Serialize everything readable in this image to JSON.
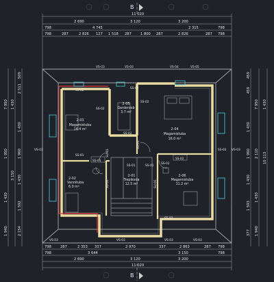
{
  "axes": {
    "top": "B",
    "bottom": "B"
  },
  "dims_top": {
    "total": "11 020",
    "row1": [
      "2 690",
      "3 120",
      "3 200"
    ],
    "row2": [
      "798",
      "4 745",
      "2 315",
      "798"
    ],
    "row3": [
      "798",
      "287",
      "2 826",
      "127",
      "1 518",
      "287",
      "1 800",
      "287",
      "2 826",
      "287",
      "798"
    ]
  },
  "dims_bottom": {
    "row1": [
      "798",
      "287",
      "2 353",
      "337",
      "2 970",
      "337",
      "2 863",
      "287",
      "798"
    ],
    "row2": [
      "798",
      "3 644",
      "3 150",
      "798"
    ],
    "row3": [
      "2 690",
      "3 120",
      "3 200"
    ],
    "total": "11 020"
  },
  "dims_left": {
    "outer": [
      "7 950",
      "1 430",
      "1 950",
      "3 150",
      "1 430",
      "1 940"
    ],
    "inner": [
      "2 511",
      "509",
      "1 430",
      "1 960",
      "1 430",
      "1 592",
      "2 154"
    ]
  },
  "dims_right": {
    "outer": [
      "7 950",
      "1 430",
      "2 110",
      "10 113",
      "1 430",
      "1 940"
    ],
    "inner": [
      "459",
      "459",
      "1 430",
      "1 960",
      "1 430",
      "1 593",
      "377"
    ]
  },
  "rooms": [
    {
      "num": "2-03",
      "name": "Magamistuba",
      "area": "14.4 m²"
    },
    {
      "num": "2-05",
      "name": "Garderoob",
      "area": "3.7 m²"
    },
    {
      "num": "2-04",
      "name": "Magamistuba",
      "area": "16.0 m²"
    },
    {
      "num": "2-02",
      "name": "Vannituba",
      "area": "6.0 m²"
    },
    {
      "num": "2-01",
      "name": "Trepikoda",
      "area": "12.5 m²"
    },
    {
      "num": "2-06",
      "name": "Magamistuba",
      "area": "11.2 m²"
    }
  ],
  "tags": {
    "vs_top": [
      "VS-03",
      "VS-03",
      "VS-04",
      "VS-05"
    ],
    "vs_bottom": [
      "VS-03",
      "VS-03",
      "VS-03",
      "VS-03"
    ],
    "vs_left": "VS-03",
    "vs_right": "VS-03",
    "ss": [
      "SS-02",
      "SS-02",
      "SS-02",
      "SS-02",
      "SS-01",
      "SS-01",
      "SS-01",
      "SS-01",
      "SS-02",
      "SS-02",
      "SS-02",
      "SS-02",
      "SS-03"
    ],
    "door_a": "SU-01",
    "door_b": "SU-01",
    "door_c": "SU-01",
    "door_d": "SU-01"
  },
  "colors": {
    "background": "#1f2228",
    "lines": "#d8d8d8",
    "dim_lines": "#c8c8c8",
    "wall_fill": "#e9dca2",
    "insulation_red": "#e23b3b",
    "window_cyan": "#4fd3e8",
    "roof_gray": "#a8a8a8"
  }
}
